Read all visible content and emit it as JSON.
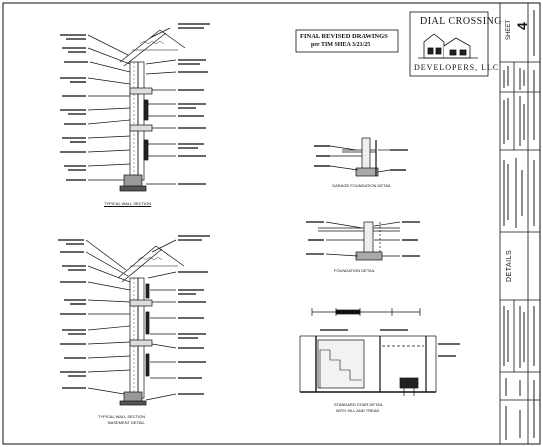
{
  "stamp": {
    "line1": "FINAL REVISED DRAWINGS",
    "line2": "per TIM SHEA  3/21/25"
  },
  "logo": {
    "top": "DIAL CROSSING",
    "bottom": "DEVELOPERS, LLC"
  },
  "title_block": {
    "sheet_label": "SHEET",
    "sheet_number": "4",
    "drawing_title": "DETAILS"
  },
  "captions": {
    "upper_section": "TYPICAL WALL SECTION",
    "lower_section_1": "TYPICAL WALL SECTION",
    "lower_section_2": "BASEMENT DETAIL",
    "detail_1": "GARAGE FOUNDATION DETAIL",
    "detail_2": "FOUNDATION DETAIL",
    "detail_3": "STANDARD STAIR DETAIL",
    "detail_3b": "WITH SILL AND TREAD"
  },
  "colors": {
    "ink": "#111111",
    "paper": "#ffffff"
  }
}
